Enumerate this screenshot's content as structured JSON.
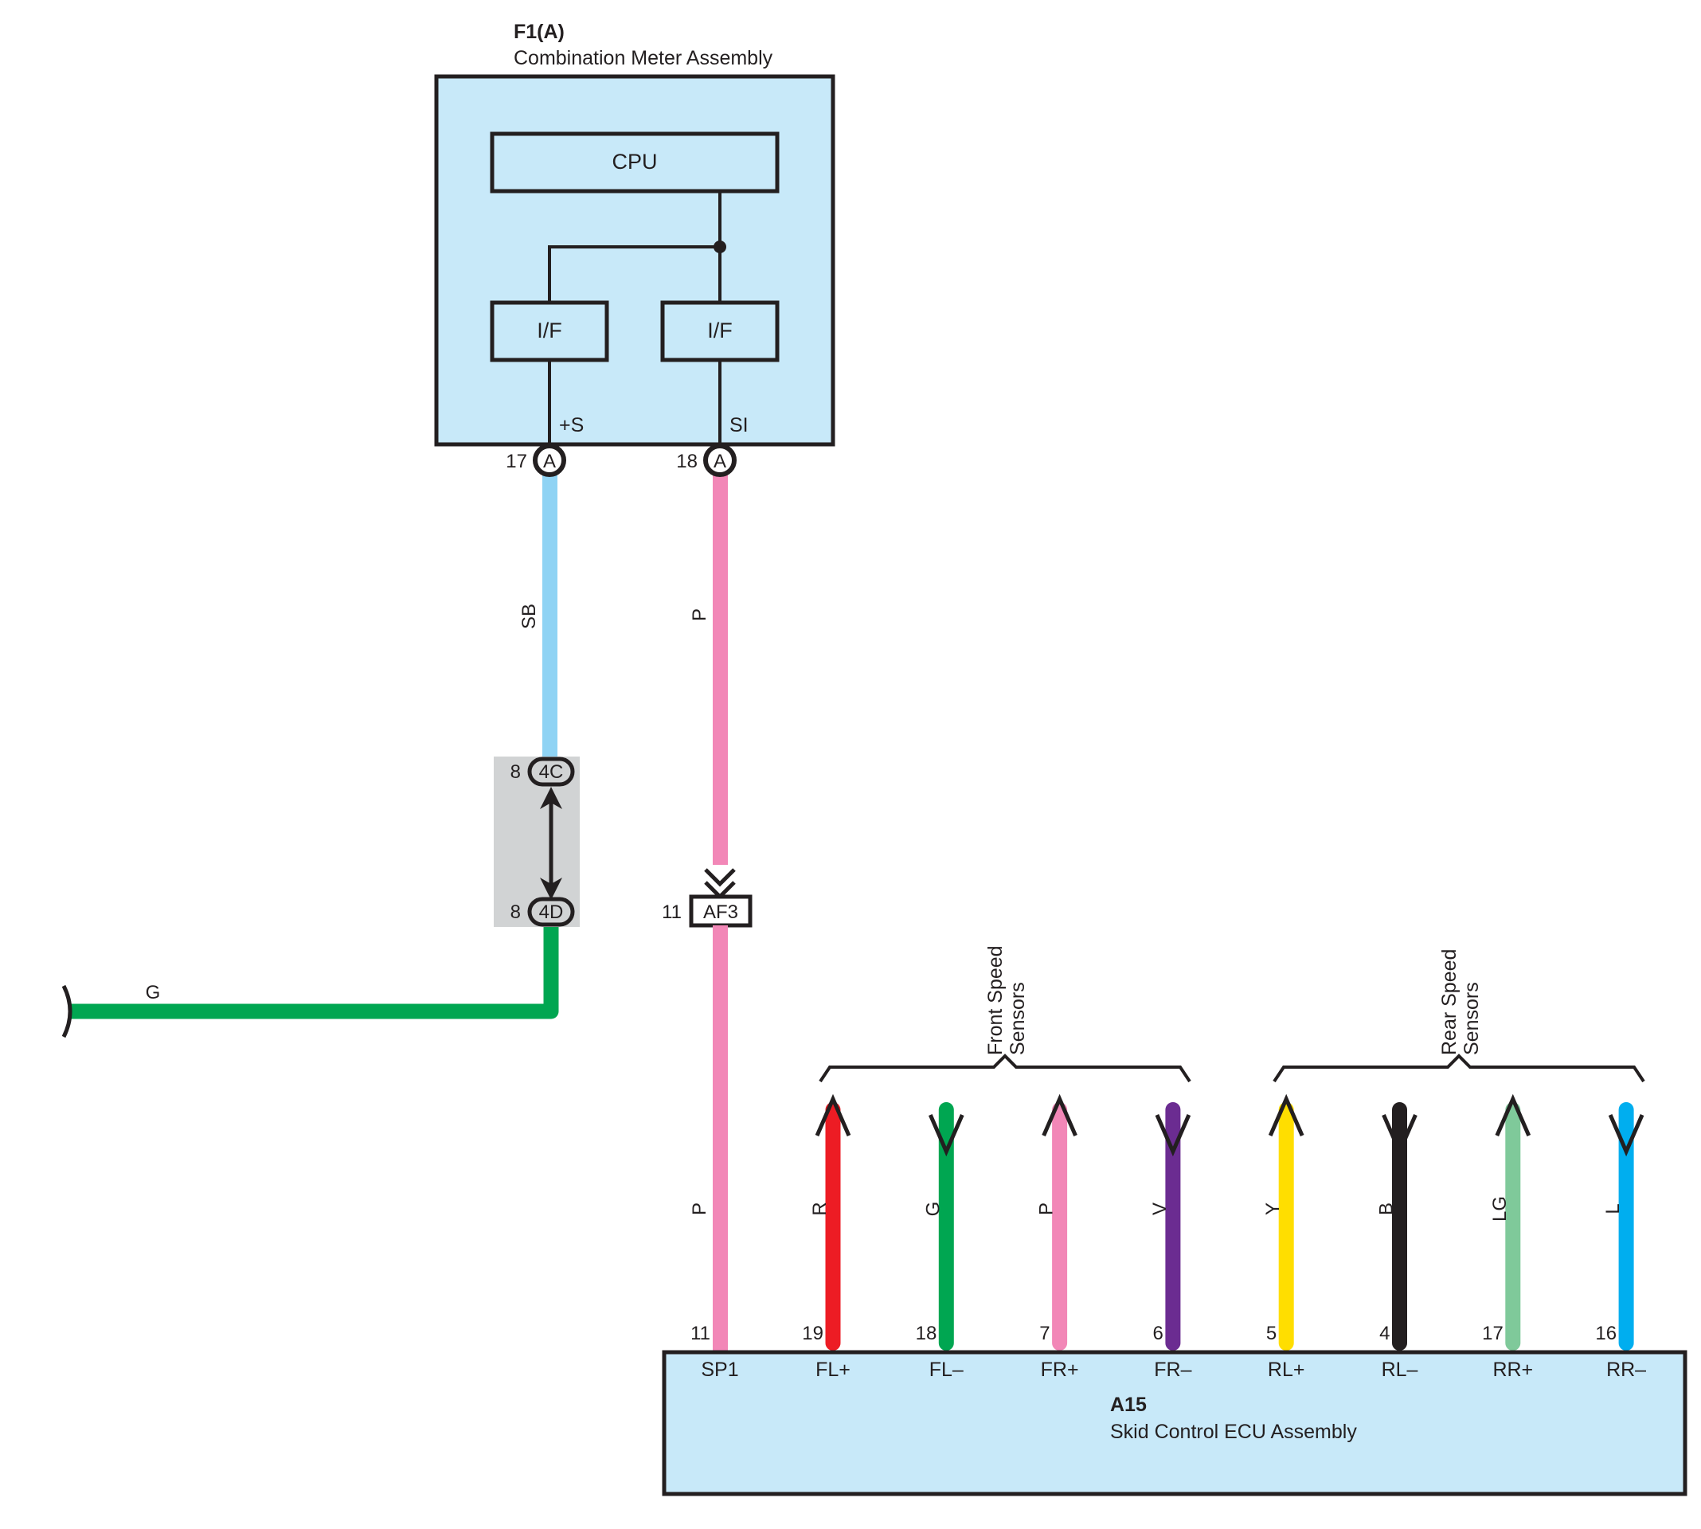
{
  "meter": {
    "code": "F1(A)",
    "name": "Combination Meter Assembly",
    "cpu_label": "CPU",
    "if_left_label": "I/F",
    "if_right_label": "I/F",
    "terminal_left": "+S",
    "terminal_right": "SI",
    "pin_left_number": "17",
    "pin_left_connector": "A",
    "pin_right_number": "18",
    "pin_right_connector": "A"
  },
  "wires": {
    "sb": {
      "label": "SB",
      "color": "#8fd3f4"
    },
    "p_upper": {
      "label": "P",
      "color": "#f287b7"
    },
    "p_lower": {
      "label": "P",
      "color": "#f287b7"
    },
    "g": {
      "label": "G",
      "color": "#00a651"
    }
  },
  "junction": {
    "top_pin": "8",
    "top_connector": "4C",
    "bottom_pin": "8",
    "bottom_connector": "4D"
  },
  "af3": {
    "pin": "11",
    "connector": "AF3"
  },
  "groups": {
    "front": {
      "line1": "Front Speed",
      "line2": "Sensors"
    },
    "rear": {
      "line1": "Rear Speed",
      "line2": "Sensors"
    }
  },
  "sensor_wires": [
    {
      "label": "R",
      "color": "#ed1c24",
      "pin": "19",
      "terminal": "FL+",
      "arrow": "up"
    },
    {
      "label": "G",
      "color": "#00a651",
      "pin": "18",
      "terminal": "FL–",
      "arrow": "down"
    },
    {
      "label": "P",
      "color": "#f287b7",
      "pin": "7",
      "terminal": "FR+",
      "arrow": "up"
    },
    {
      "label": "V",
      "color": "#6b2c91",
      "pin": "6",
      "terminal": "FR–",
      "arrow": "down"
    },
    {
      "label": "Y",
      "color": "#ffde00",
      "pin": "5",
      "terminal": "RL+",
      "arrow": "up"
    },
    {
      "label": "B",
      "color": "#231f20",
      "pin": "4",
      "terminal": "RL–",
      "arrow": "down"
    },
    {
      "label": "LG",
      "color": "#7fc99a",
      "pin": "17",
      "terminal": "RR+",
      "arrow": "up"
    },
    {
      "label": "L",
      "color": "#00aeef",
      "pin": "16",
      "terminal": "RR–",
      "arrow": "down"
    }
  ],
  "ecu": {
    "code": "A15",
    "name": "Skid Control ECU Assembly",
    "sp1_pin": "11",
    "sp1_terminal": "SP1"
  },
  "colors": {
    "module_fill": "#c8e9f9",
    "junction_fill": "#d1d3d4",
    "outline": "#231f20"
  }
}
